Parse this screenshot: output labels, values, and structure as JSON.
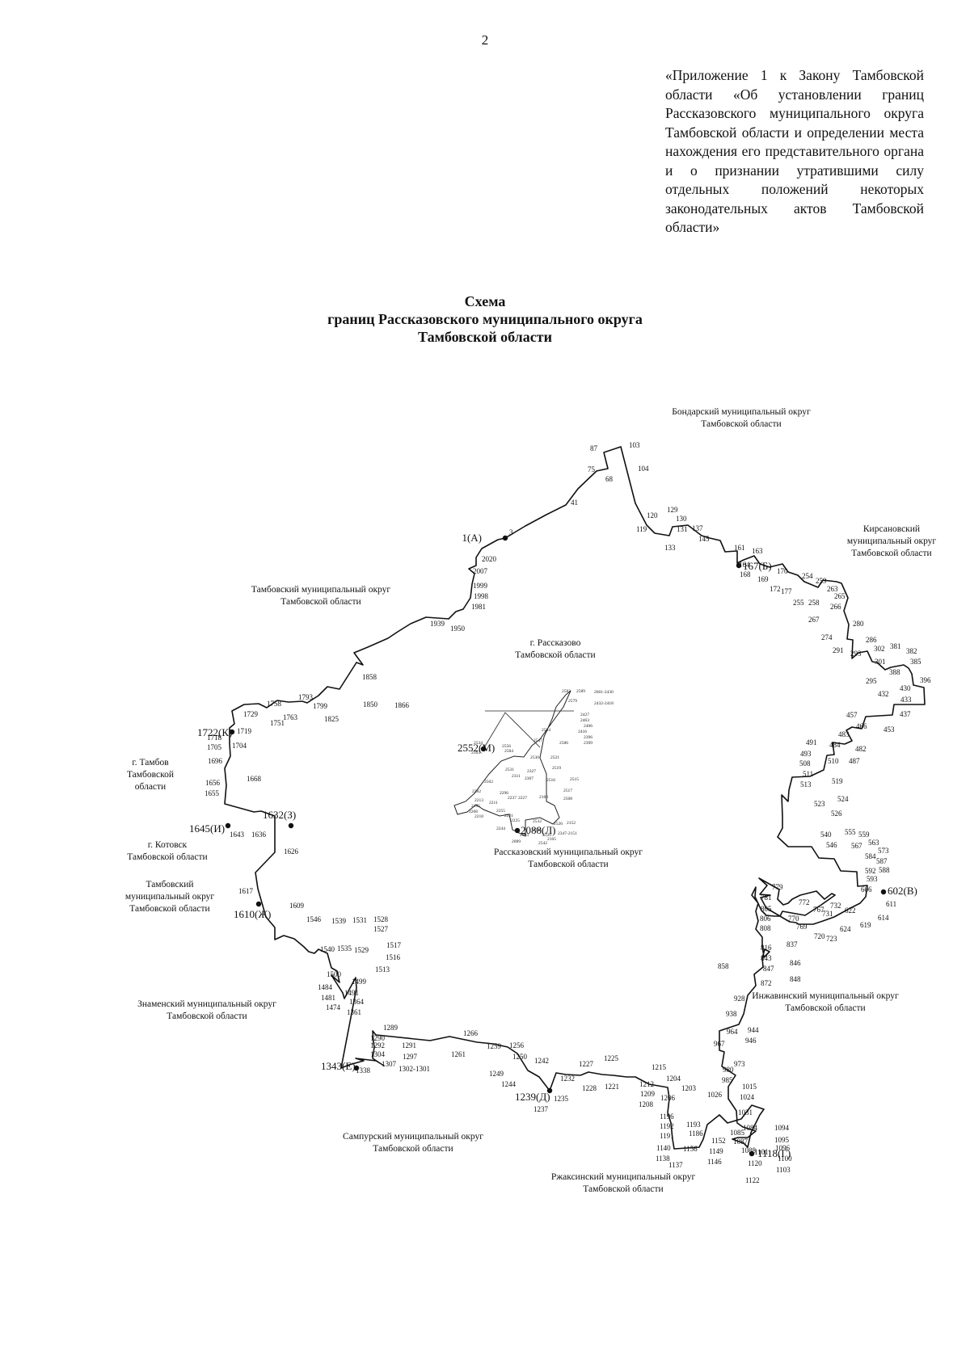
{
  "page_number": "2",
  "appendix_text": "«Приложение 1 к Закону Тамбовской области «Об установлении границ Рассказовского муниципального округа Тамбовской области и определении места нахождения его представительного органа и о признании утратившими силу отдельных положений некоторых законодательных актов Тамбовской области»",
  "title": {
    "line1": "Схема",
    "line2": "границ Рассказовского муниципального округа",
    "line3": "Тамбовской области"
  },
  "region_labels": {
    "bondarsky": [
      "Бондарский муниципальный округ",
      "Тамбовской области"
    ],
    "kirsanovsky": [
      "Кирсановский",
      "муниципальный округ",
      "Тамбовской области"
    ],
    "tambovsky_mo": [
      "Тамбовский муниципальный округ",
      "Тамбовской области"
    ],
    "rasskazovo_city": [
      "г. Рассказово",
      "Тамбовской области"
    ],
    "tambov_city": [
      "г. Тамбов",
      "Тамбовской",
      "области"
    ],
    "kotovsk": [
      "г. Котовск",
      "Тамбовской области"
    ],
    "tambovsky_mo_2": [
      "Тамбовский",
      "муниципальный округ",
      "Тамбовской области"
    ],
    "rasskazovsky": [
      "Рассказовский муниципальный округ",
      "Тамбовской области"
    ],
    "inzhavinsky": [
      "Инжавинский муниципальный округ",
      "Тамбовской области"
    ],
    "znamensky": [
      "Знаменский муниципальный округ",
      "Тамбовской области"
    ],
    "sampursky": [
      "Сампурский муниципальный округ",
      "Тамбовской области"
    ],
    "rzhaksinsky": [
      "Ржаксинский муниципальный округ",
      "Тамбовской области"
    ]
  },
  "major_points": {
    "A": "1(А)",
    "B": "167(Б)",
    "V": "602(В)",
    "G": "1118(Г)",
    "D": "1239(Д)",
    "E": "1343(Е)",
    "Zh": "1610(Ж)",
    "Z": "1632(З)",
    "I": "1645(И)",
    "K": "1722(К)",
    "L": "2088(Л)",
    "M": "2552(М)"
  },
  "point_labels": [
    "3",
    "41",
    "68",
    "75",
    "87",
    "103",
    "104",
    "119",
    "120",
    "129",
    "130",
    "131",
    "133",
    "137",
    "145",
    "161",
    "163",
    "164",
    "168",
    "169",
    "170",
    "172",
    "177",
    "254",
    "255",
    "258",
    "259",
    "263",
    "265",
    "266",
    "267",
    "274",
    "280",
    "286",
    "291",
    "293",
    "295",
    "301",
    "302",
    "381",
    "382",
    "385",
    "388",
    "396",
    "430",
    "432",
    "433",
    "437",
    "453",
    "457",
    "466",
    "482",
    "483",
    "484",
    "487",
    "491",
    "493",
    "508",
    "510",
    "511",
    "513",
    "519",
    "523",
    "524",
    "526",
    "540",
    "546",
    "555",
    "559",
    "563",
    "567",
    "573",
    "584",
    "587",
    "588",
    "592",
    "593",
    "606",
    "611",
    "614",
    "619",
    "622",
    "624",
    "720",
    "723",
    "731",
    "732",
    "767",
    "769",
    "770",
    "772",
    "779",
    "781",
    "805",
    "806",
    "808",
    "816",
    "837",
    "843",
    "846",
    "847",
    "848",
    "858",
    "872",
    "928",
    "938",
    "944",
    "946",
    "964",
    "967",
    "973",
    "980",
    "985",
    "1015",
    "1024",
    "1026",
    "1031",
    "1084",
    "1085",
    "1087",
    "1088",
    "1094",
    "1095",
    "1096",
    "1100",
    "1101",
    "1103",
    "1120",
    "1122",
    "1137",
    "1138",
    "1140",
    "1146",
    "1149",
    "1152",
    "1156",
    "1186",
    "1191",
    "1192",
    "1193",
    "1196",
    "1203",
    "1204",
    "1206",
    "1208",
    "1209",
    "1212",
    "1215",
    "1221",
    "1225",
    "1227",
    "1228",
    "1232",
    "1235",
    "1237",
    "1242",
    "1244",
    "1249",
    "1250",
    "1256",
    "1259",
    "1261",
    "1266",
    "1289",
    "1290",
    "1291",
    "1292",
    "1297",
    "1302-1301",
    "1304",
    "1307",
    "1338",
    "1361",
    "1364",
    "1474",
    "1481",
    "1484",
    "1491",
    "1499",
    "1500",
    "1513",
    "1516",
    "1517",
    "1527",
    "1528",
    "1529",
    "1531",
    "1535",
    "1539",
    "1540",
    "1546",
    "1609",
    "1617",
    "1626",
    "1636",
    "1643",
    "1655",
    "1656",
    "1668",
    "1696",
    "1704",
    "1705",
    "1718",
    "1719",
    "1729",
    "1751",
    "1758",
    "1763",
    "1793",
    "1799",
    "1825",
    "1850",
    "1858",
    "1866",
    "1939",
    "1950",
    "1981",
    "1998",
    "1999",
    "2007",
    "2020"
  ],
  "inset_labels": [
    "2583",
    "2589",
    "2601-2430",
    "2579",
    "2432-2418",
    "2427",
    "2463",
    "2406",
    "2554",
    "2547",
    "2416",
    "2396",
    "2586",
    "2399",
    "2534",
    "2556",
    "2584",
    "2530",
    "2521",
    "2563",
    "2519",
    "2531",
    "2327",
    "2516",
    "2311",
    "2307",
    "2515",
    "2502",
    "2517",
    "2508",
    "2282",
    "2296",
    "2237",
    "2227",
    "2180",
    "2213",
    "2211",
    "2185",
    "2268",
    "2255",
    "2221",
    "2218",
    "2225",
    "2244",
    "2152",
    "2526",
    "2532",
    "2266",
    "2093",
    "2089",
    "2165",
    "2120",
    "2347-2151",
    "2542"
  ]
}
